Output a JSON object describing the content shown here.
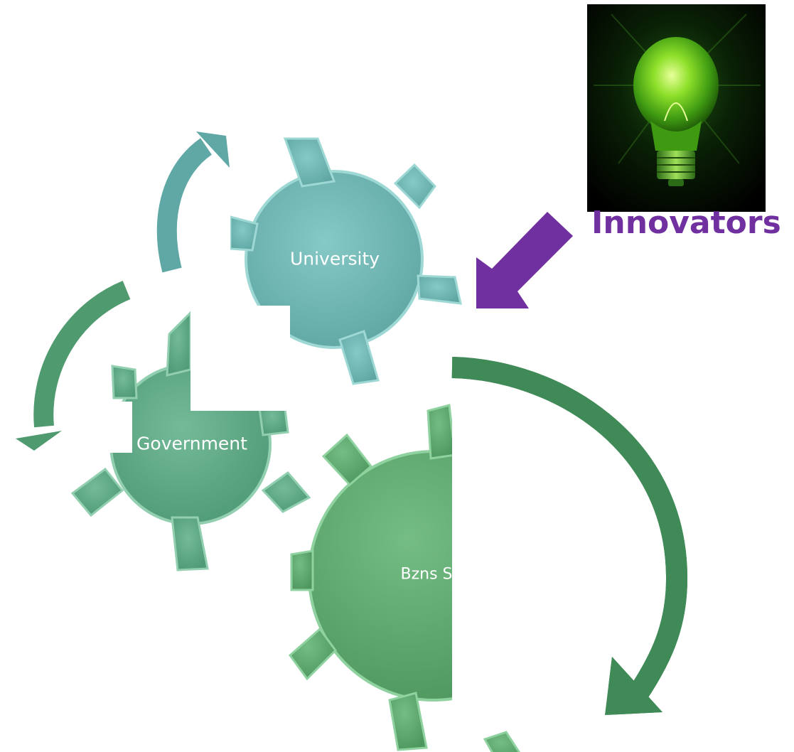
{
  "gears": {
    "university": {
      "label": "University"
    },
    "government": {
      "label": "Government"
    },
    "business": {
      "label": "Bzns S"
    }
  },
  "callout": {
    "label": "Innovators",
    "label_color": "#7030A0",
    "image": "lightbulb-icon"
  },
  "colors": {
    "teal_gear": "#6FB7B4",
    "green_gear": "#5FA787",
    "business_gear": "#5CA672",
    "arrow_teal": "#5FA8A6",
    "arrow_green": "#4F9A6E",
    "arrow_dark_green": "#3F8A57",
    "purple_arrow": "#7030A0"
  }
}
